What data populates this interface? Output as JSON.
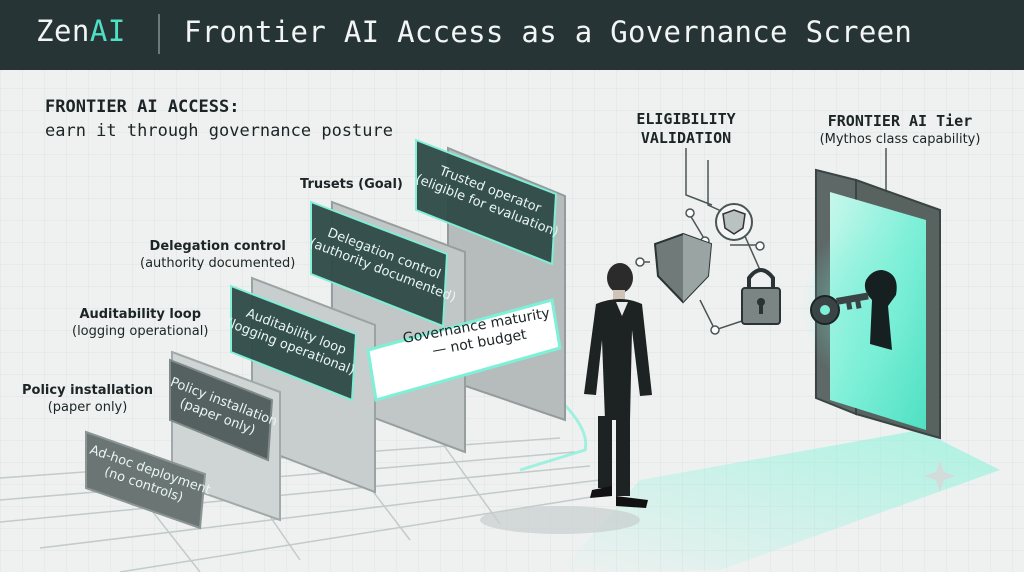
{
  "header": {
    "brand_text": "Zen",
    "brand_accent": "AI",
    "title": "Frontier AI Access as a Governance Screen"
  },
  "intro": {
    "heading": "FRONTIER AI ACCESS:",
    "subheading": "earn it through governance posture"
  },
  "stages": [
    {
      "title": "Policy installation",
      "subtitle": "(paper only)",
      "panel_title": "Policy installation",
      "panel_subtitle": "(paper only)"
    },
    {
      "title": "Auditability loop",
      "subtitle": "(logging operational)",
      "panel_title": "Auditability loop",
      "panel_subtitle": "(logging operational)"
    },
    {
      "title": "Delegation control",
      "subtitle": "(authority documented)",
      "panel_title": "Delegation control",
      "panel_subtitle": "(authority documented)"
    },
    {
      "title": "Trusets (Goal)",
      "subtitle": "",
      "panel_title": "Trusted operator",
      "panel_subtitle": "(eligible for evaluation)"
    }
  ],
  "adhoc": {
    "title": "Ad-hoc deployment",
    "subtitle": "(no controls)"
  },
  "governance_banner": {
    "line1": "Governance maturity",
    "line2": "— not budget"
  },
  "eligibility": {
    "line1": "ELIGIBILITY",
    "line2": "VALIDATION"
  },
  "tier": {
    "title": "FRONTIER AI Tier",
    "subtitle": "(Mythos class capability)"
  },
  "icons": [
    "shield-icon",
    "lock-icon",
    "keyhole-icon",
    "key-icon"
  ],
  "colors": {
    "header_bg": "#263436",
    "accent": "#4fe0c3",
    "panel_dark": "#2e4a47",
    "glow": "#7ff0d8"
  }
}
